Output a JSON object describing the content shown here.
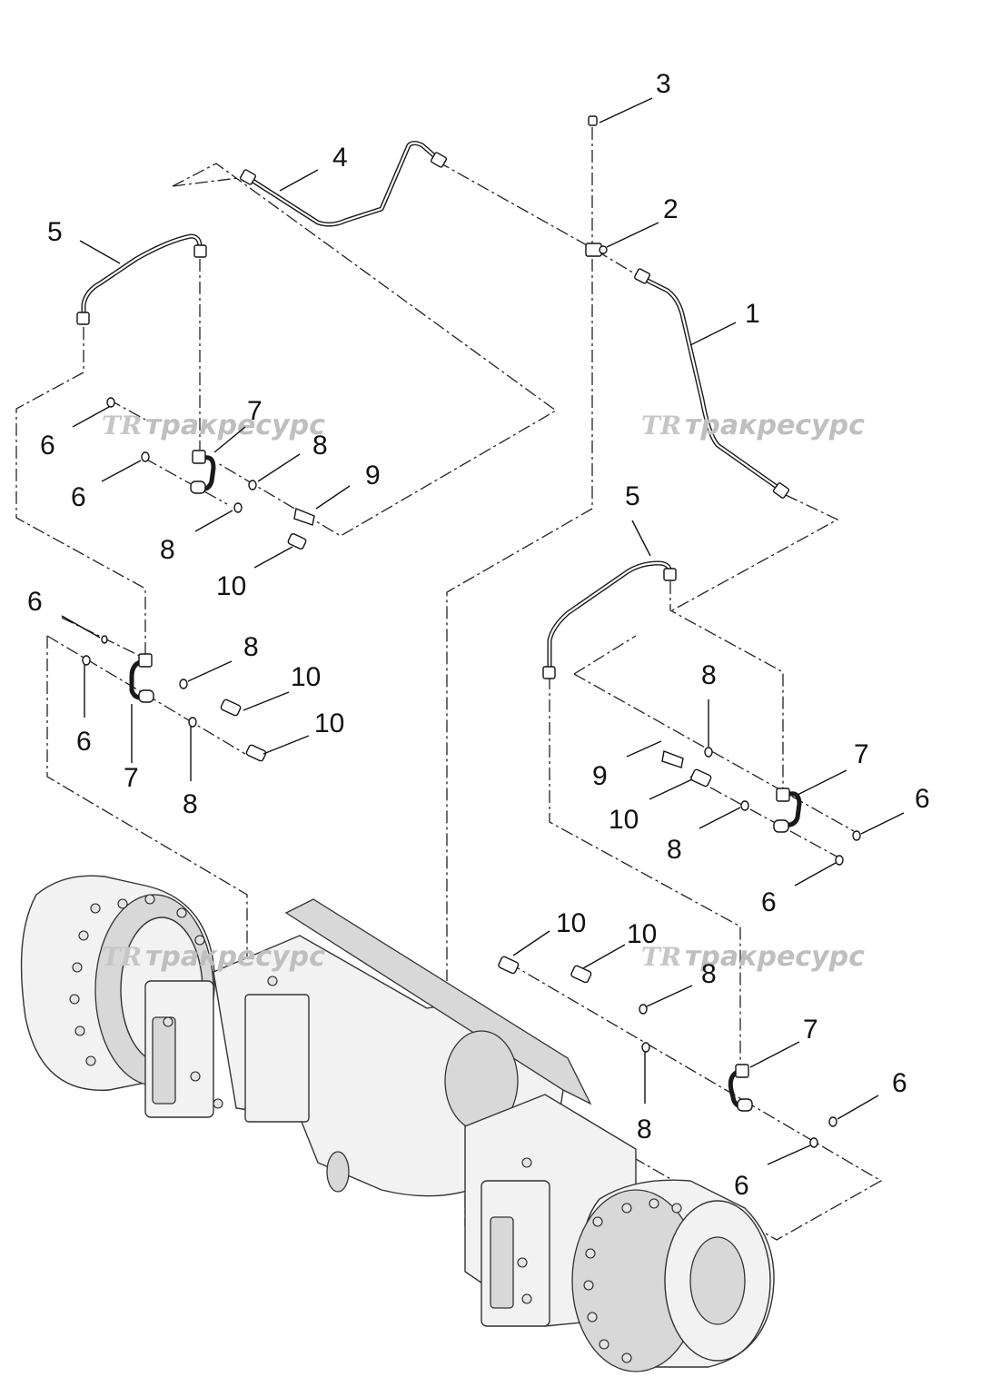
{
  "callouts": {
    "c1": "1",
    "c2": "2",
    "c3": "3",
    "c4": "4",
    "c5a": "5",
    "c5b": "5",
    "c6a": "6",
    "c6b": "6",
    "c6c": "6",
    "c6d": "6",
    "c6e": "6",
    "c6f": "6",
    "c6g": "6",
    "c6h": "6",
    "c7a": "7",
    "c7b": "7",
    "c7c": "7",
    "c7d": "7",
    "c8a": "8",
    "c8b": "8",
    "c8c": "8",
    "c8d": "8",
    "c8e": "8",
    "c8f": "8",
    "c8g": "8",
    "c8h": "8",
    "c9a": "9",
    "c9b": "9",
    "c10a": "10",
    "c10b": "10",
    "c10c": "10",
    "c10d": "10",
    "c10e": "10",
    "c10f": "10"
  },
  "watermark": {
    "logo": "TR",
    "text": "тракресурс"
  }
}
